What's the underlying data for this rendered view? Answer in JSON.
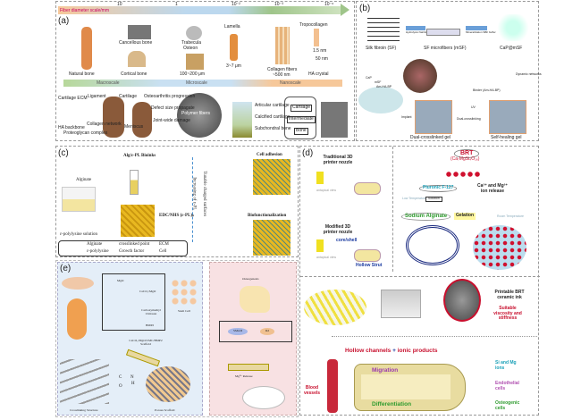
{
  "panel_a": {
    "label": "(a)",
    "scale_title": "Fiber diameter scale/mm",
    "ticks": [
      "10",
      "1",
      "10⁻²",
      "10⁻³",
      "10⁻⁶"
    ],
    "items": [
      "Natural bone",
      "Cancellous bone",
      "Cortical bone",
      "Trabecula",
      "Osteon",
      "100~200 μm",
      "Lamella",
      "3~7 μm",
      "Collagen fibers",
      "~500 nm",
      "Tropocollagen",
      "HA crystal",
      "1.5 nm",
      "50 nm"
    ],
    "scales": [
      "Macroscale",
      "Microscale",
      "Nanoscale"
    ],
    "bottom": [
      "Cartilage ECM",
      "Ligament",
      "Cartilage",
      "Osteoarthritis progression",
      "Defect size propagate",
      "Joint-wide damage",
      "Collagen network",
      "HA backbone",
      "Proteoglycan complex",
      "Meniscus",
      "Polymer fibers",
      "Articular cartilage",
      "Calcified cartilage",
      "Subchondral bone",
      "Cartilage",
      "Intermediate",
      "Bone"
    ]
  },
  "panel_b": {
    "label": "(b)",
    "items": [
      "Silk fibroin (SF)",
      "SF microfibers (mSF)",
      "CaP@mSF",
      "Hydrolysis NaOH",
      "Mineralization SBF buffer",
      "Binder (Am-HA-BP)",
      "Dynamic networks",
      "Dual-crosslinked gel",
      "Self-healing gel",
      "UV",
      "Dual-crosslinking",
      "Implant"
    ],
    "legend": [
      "CaP",
      "mSF",
      "Am-HA-BP"
    ]
  },
  "panel_c": {
    "label": "(c)",
    "items": [
      "Alginate",
      "Alg/ε-PL Bioinks",
      "ε-polylysine solution",
      "EDC/NHS (ε-PL)ₙ",
      "Increasing of ε-PL",
      "Tunable charged surfaces",
      "Cell adhesion",
      "Biofunctionalization"
    ],
    "legend": [
      "Alginate",
      "crosslinked point",
      "ECM",
      "ε-polylysine",
      "Growth factor",
      "Cell"
    ]
  },
  "panel_d": {
    "label": "(d)",
    "items": [
      "Traditional 3D printer nozzle",
      "antapical view",
      "Modified 3D printer nozzle",
      "core/shell",
      "antapical view",
      "Hollow Strut",
      "BRT",
      "(Ca₇MgSi₄O₁₆)",
      "Pluronic F-127",
      "Low Temperature",
      "Solution",
      "Ca²⁺ and Mg²⁺ ion release",
      "Sodium Alginate",
      "Gelation",
      "Room Temperature",
      "Printable BRT ceramic ink",
      "Suitable viscosity and stiffness",
      "Hollow channels",
      "+",
      "ionic products",
      "Migration",
      "Differentiation",
      "Blood vessels",
      "Si and Mg ions",
      "Endothelial cells",
      "Osteogenic cells"
    ]
  },
  "panel_e": {
    "label": "(e)",
    "items": [
      "MgO",
      "CaCO₃/MgO",
      "Carboxymethyl Chitosan",
      "BMP2",
      "Stem Cell",
      "CaCO₃/MgO/CMC/BMP2 Scaffold",
      "Crosslinking Structure",
      "Porous Scaffold",
      "Osteogenesis",
      "SMAD",
      "Rd",
      "Mg²⁺ Release"
    ],
    "bond": [
      "C",
      "N",
      "O",
      "H"
    ]
  },
  "colors": {
    "scale_orange": "#f6c89a",
    "scale_blue": "#bcd8ee",
    "scale_green": "#9fc58a",
    "panel_e_blue": "#e4eef8",
    "panel_e_pink": "#f8e1e3",
    "red_text": "#c8102e",
    "green_text": "#2e9b2e",
    "teal_text": "#1aa0b8"
  }
}
